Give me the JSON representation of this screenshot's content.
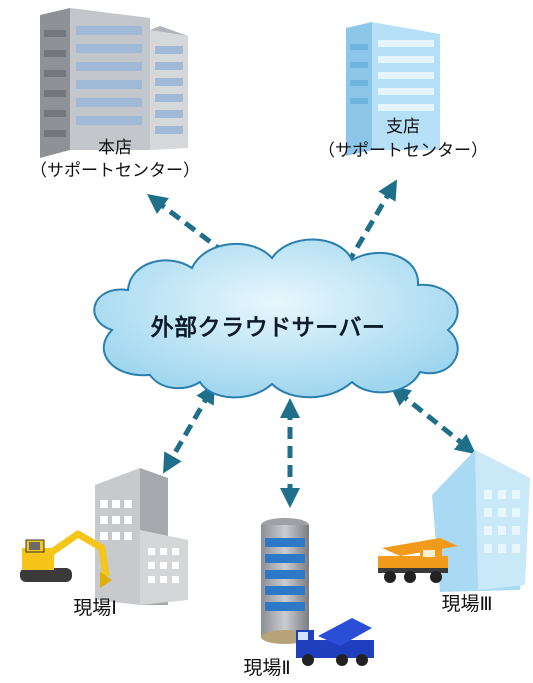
{
  "nodes": {
    "headquarters": {
      "name": "本店",
      "sub": "（サポートセンター）"
    },
    "branch": {
      "name": "支店",
      "sub": "（サポートセンター）"
    },
    "cloud": {
      "label": "外部クラウドサーバー"
    },
    "site1": {
      "label": "現場Ⅰ"
    },
    "site2": {
      "label": "現場Ⅱ"
    },
    "site3": {
      "label": "現場Ⅲ"
    }
  },
  "colors": {
    "arrow": "#1f6f8b",
    "cloud_fill": "#bfe6f5",
    "cloud_stroke": "#2a7fb0",
    "hq_building": "#b9bcc0",
    "branch_building": "#9fd4f2",
    "excavator": "#f5c518",
    "crane_truck_blue": "#1f3fbf",
    "crane_truck_orange": "#f29a1b"
  }
}
